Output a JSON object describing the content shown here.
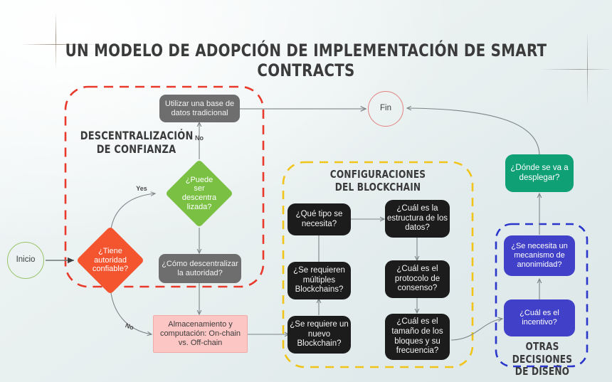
{
  "title": "UN MODELO DE ADOPCIÓN DE IMPLEMENTACIÓN DE SMART CONTRACTS",
  "sections": {
    "trust": {
      "label": "DESCENTRALIZACIÓN\nDE CONFIANZA",
      "border_color": "#e8392b",
      "style": "dashed"
    },
    "blockchain": {
      "label": "CONFIGURACIONES\nDEL BLOCKCHAIN",
      "border_color": "#f0c419",
      "style": "dashed"
    },
    "design": {
      "label": "OTRAS DECISIONES\nDE DISEÑO",
      "border_color": "#2b36cc",
      "style": "dashed"
    }
  },
  "nodes": {
    "start": {
      "label": "Inicio",
      "shape": "circle",
      "color": "#9ac46a"
    },
    "end": {
      "label": "Fin",
      "shape": "circle",
      "color": "#e2827f"
    },
    "traditional_db": {
      "label": "Utilizar una base de\ndatos tradicional",
      "shape": "rounded-rect",
      "color": "#6e6e6e"
    },
    "can_decentralize": {
      "label": "¿Puede\nser\ndescentra\nlizada?",
      "shape": "diamond",
      "color": "#7ac143"
    },
    "trusted_authority": {
      "label": "¿Tiene\nautoridad\nconfiable?",
      "shape": "diamond",
      "color": "#f4552e"
    },
    "how_decentralize": {
      "label": "¿Cómo descentralizar\nla autoridad?",
      "shape": "rounded-rect",
      "color": "#6e6e6e"
    },
    "storage_compute": {
      "label": "Almacenamiento y\ncomputación: On-chain\nvs. Off-chain",
      "shape": "rect",
      "color": "#fcc6c4"
    },
    "what_type": {
      "label": "¿Qué tipo se\nnecesita?",
      "shape": "rounded-rect",
      "color": "#1c1c1c"
    },
    "data_structure": {
      "label": "¿Cuál es la\nestructura de los\ndatos?",
      "shape": "rounded-rect",
      "color": "#1c1c1c"
    },
    "multiple_blockchains": {
      "label": "¿Se requieren\nmúltiples\nBlockchains?",
      "shape": "rounded-rect",
      "color": "#1c1c1c"
    },
    "consensus_protocol": {
      "label": "¿Cuál es el\nprotocolo de\nconsenso?",
      "shape": "rounded-rect",
      "color": "#1c1c1c"
    },
    "new_blockchain": {
      "label": "¿Se requiere un\nnuevo\nBlockchain?",
      "shape": "rounded-rect",
      "color": "#1c1c1c"
    },
    "block_size": {
      "label": "¿Cuál es el\ntamaño de los\nbloques y su\nfrecuencia?",
      "shape": "rounded-rect",
      "color": "#1c1c1c"
    },
    "where_deploy": {
      "label": "¿Dónde se va a\ndesplegar?",
      "shape": "rounded-rect",
      "color": "#10a075"
    },
    "anonymity": {
      "label": "¿Se necesita un\nmecanismo de\nanonimidad?",
      "shape": "rounded-rect",
      "color": "#4140c8"
    },
    "incentive": {
      "label": "¿Cuál es el\nincentivo?",
      "shape": "rounded-rect",
      "color": "#4140c8"
    }
  },
  "edge_labels": {
    "can_decentralize_no": "No",
    "trusted_authority_yes": "Yes",
    "trusted_authority_no": "No"
  }
}
